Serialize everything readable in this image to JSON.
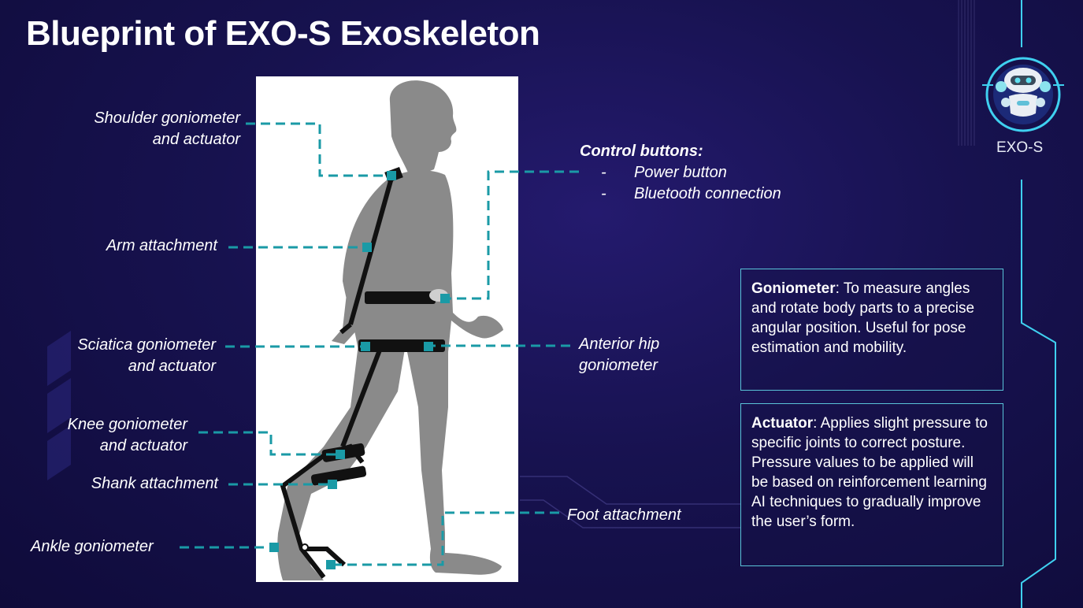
{
  "slide": {
    "title": "Blueprint of EXO-S Exoskeleton"
  },
  "labels": {
    "shoulder_1": "Shoulder goniometer",
    "shoulder_2": "and actuator",
    "arm": "Arm attachment",
    "sciatica_1": "Sciatica goniometer",
    "sciatica_2": "and actuator",
    "knee_1": "Knee goniometer",
    "knee_2": "and actuator",
    "shank": "Shank attachment",
    "ankle": "Ankle goniometer",
    "hip_1": "Anterior hip",
    "hip_2": "goniometer",
    "foot": "Foot attachment"
  },
  "control_buttons": {
    "title": "Control buttons:",
    "items": [
      "Power button",
      "Bluetooth connection"
    ],
    "bullet": "-"
  },
  "goniometer_box": {
    "term": "Goniometer",
    "text": ": To measure angles and rotate body parts to a precise angular position. Useful for pose estimation and mobility."
  },
  "actuator_box": {
    "term": "Actuator",
    "text": ": Applies slight pressure to specific joints to correct posture. Pressure values to be applied will be based on reinforcement learning AI techniques to gradually improve the user’s form."
  },
  "logo": {
    "icon": "robot-icon",
    "label": "EXO-S"
  },
  "colors": {
    "accent": "#1a9aa6",
    "circuit": "#3fd0f0",
    "silhouette": "#8a8a8a",
    "background": "#17124f"
  }
}
